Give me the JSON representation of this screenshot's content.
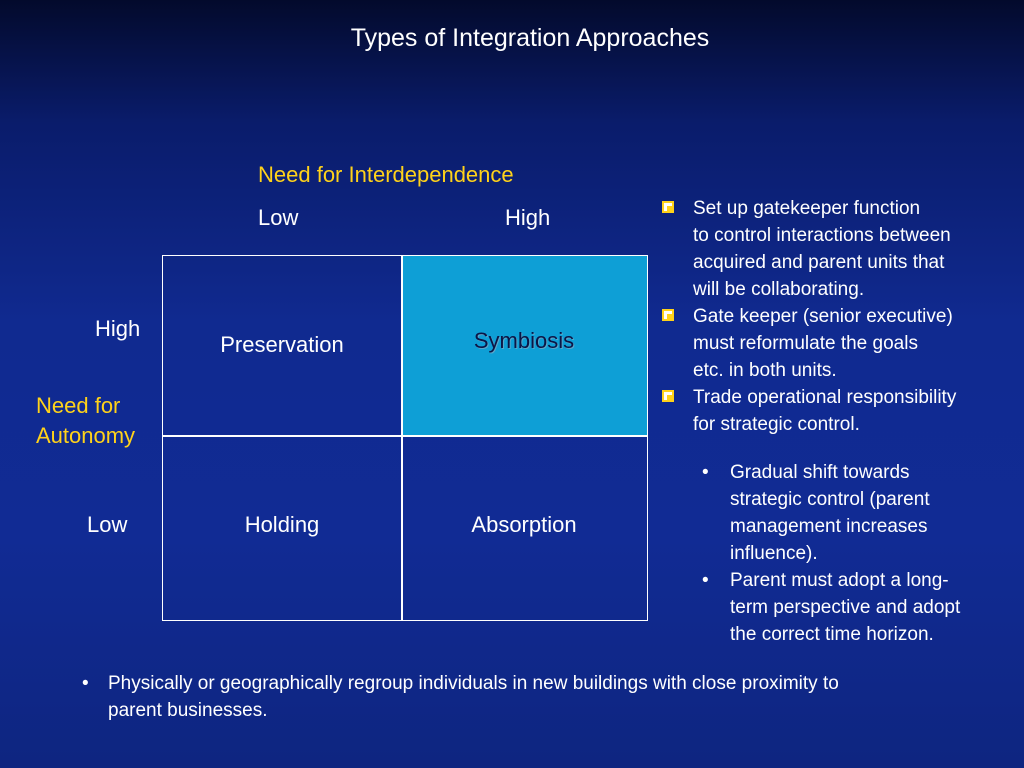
{
  "title": "Types of Integration Approaches",
  "axes": {
    "x_title": "Need for Interdependence",
    "x_low": "Low",
    "x_high": "High",
    "y_title_line1": "Need for",
    "y_title_line2": "Autonomy",
    "y_high": "High",
    "y_low": "Low"
  },
  "matrix": {
    "top_left": "Preservation",
    "top_right": "Symbiosis",
    "bottom_left": "Holding",
    "bottom_right": "Absorption",
    "highlight_color": "#0e9fd6"
  },
  "square_bullets": [
    {
      "line1": "Set up gatekeeper function",
      "rest": [
        "to control interactions between",
        "acquired and parent units that",
        "will be collaborating."
      ]
    },
    {
      "line1": "Gate keeper (senior executive)",
      "rest": [
        "must reformulate the goals",
        "etc. in both units."
      ]
    },
    {
      "line1": "Trade operational responsibility",
      "rest": [
        "for strategic control."
      ]
    }
  ],
  "dot_bullets": [
    {
      "line1": "Gradual shift towards",
      "rest": [
        "strategic control (parent",
        "management increases",
        "influence)."
      ]
    },
    {
      "line1": "Parent must adopt a long-",
      "rest": [
        "term perspective and adopt",
        "the correct time horizon."
      ]
    }
  ],
  "bottom_bullet": {
    "line1": "Physically or geographically regroup individuals in new buildings with close proximity to",
    "line2": "parent businesses."
  },
  "colors": {
    "accent_yellow": "#ffd21a",
    "background": "#102a90"
  }
}
